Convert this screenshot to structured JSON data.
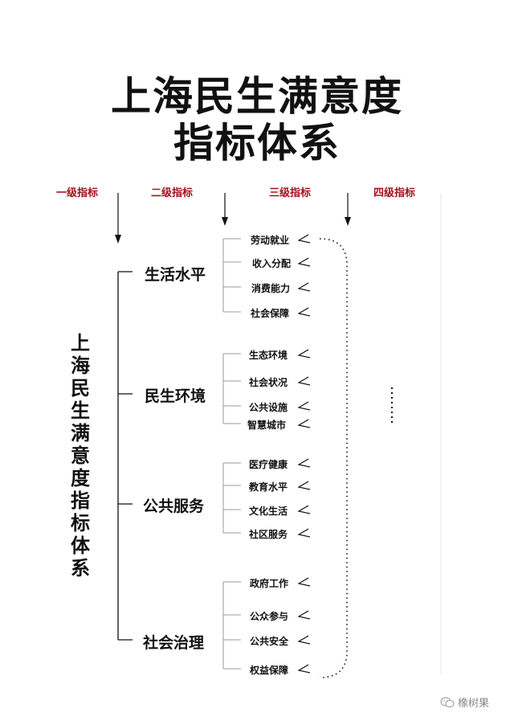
{
  "title": {
    "line1": "上海民生满意度",
    "line2": "指标体系"
  },
  "levels": [
    "一级指标",
    "二级指标",
    "三级指标",
    "四级指标"
  ],
  "root": "上海民生满意度指标体系",
  "categories": [
    {
      "label": "生活水平",
      "items": [
        "劳动就业",
        "收入分配",
        "消费能力",
        "社会保障"
      ]
    },
    {
      "label": "民生环境",
      "items": [
        "生态环境",
        "社会状况",
        "公共设施",
        "智慧城市"
      ]
    },
    {
      "label": "公共服务",
      "items": [
        "医疗健康",
        "教育水平",
        "文化生活",
        "社区服务"
      ]
    },
    {
      "label": "社会治理",
      "items": [
        "政府工作",
        "公众参与",
        "公共安全",
        "权益保障"
      ]
    }
  ],
  "watermark": "橡树果",
  "colors": {
    "accent": "#a3121c",
    "line": "#111111",
    "watermark": "#888888"
  }
}
